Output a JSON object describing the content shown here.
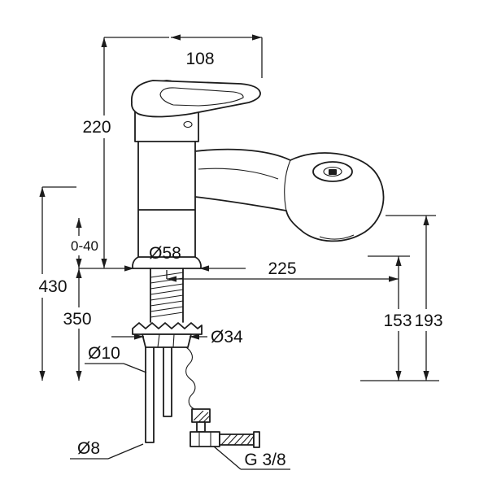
{
  "drawing": {
    "labels": {
      "top_width": "108",
      "height": "220",
      "deck_range": "0-40",
      "base_dia": "Ø58",
      "reach": "225",
      "total_height": "430",
      "supply_height": "350",
      "supply_dia": "Ø10",
      "shank_dia": "Ø34",
      "outlet_height": "153",
      "head_height": "193",
      "end_dia": "Ø8",
      "thread": "G 3/8"
    }
  }
}
